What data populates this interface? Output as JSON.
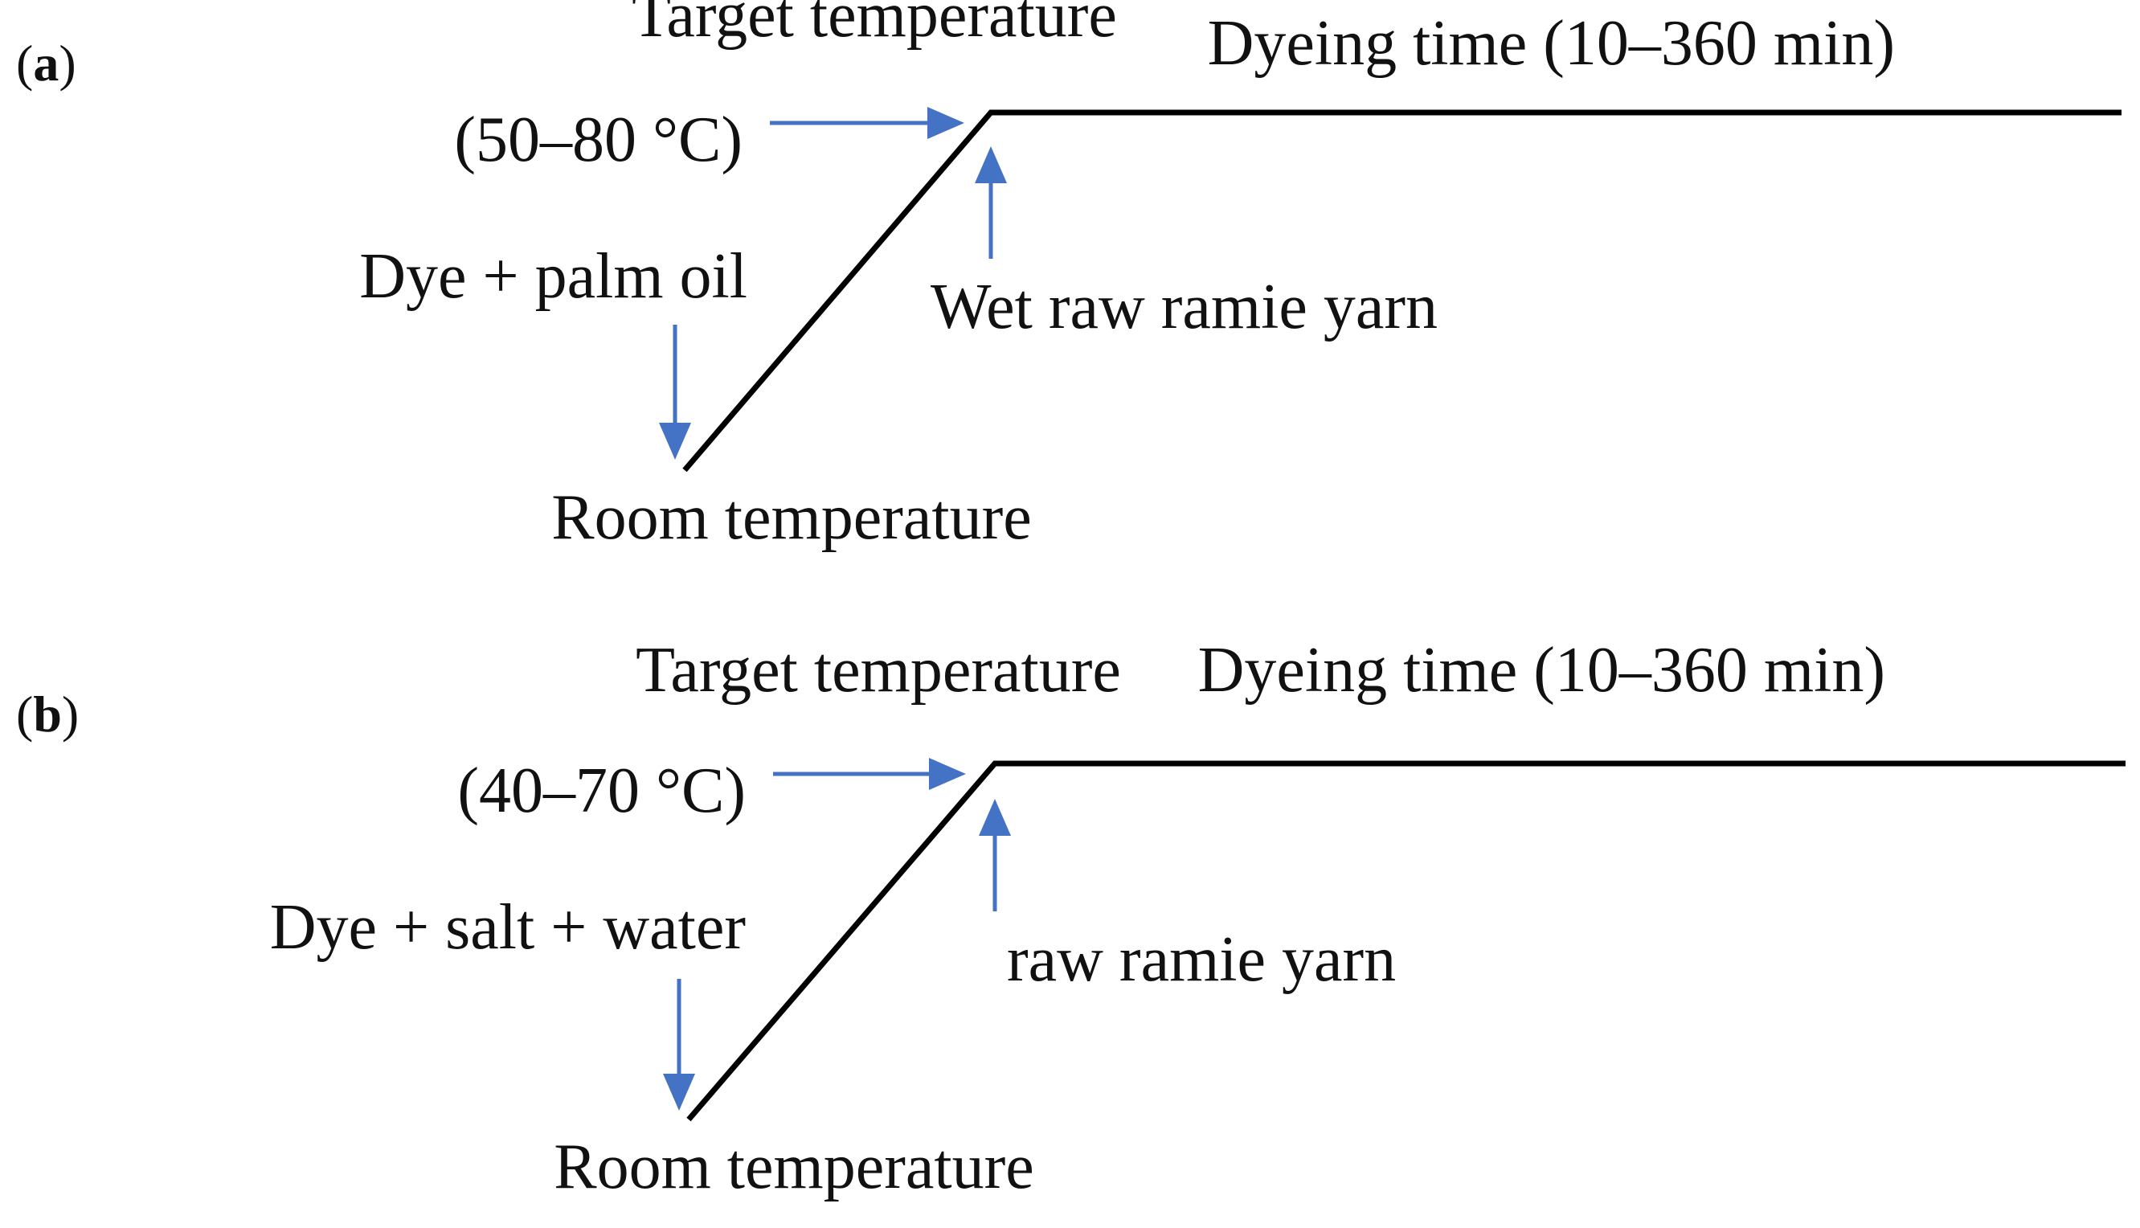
{
  "colors": {
    "arrow": "#4472c4",
    "line": "#000000",
    "text": "#111111",
    "background": "#ffffff"
  },
  "panels": [
    {
      "letter": "a",
      "target_temperature_label": "Target temperature",
      "target_temperature_range": "(50–80 °C)",
      "dyeing_time_label": "Dyeing time (10–360 min)",
      "addition_label": "Dye + palm oil",
      "yarn_label": "Wet raw ramie yarn",
      "start_label": "Room temperature"
    },
    {
      "letter": "b",
      "target_temperature_label": "Target temperature",
      "target_temperature_range": "(40–70 °C)",
      "dyeing_time_label": "Dyeing time (10–360 min)",
      "addition_label": "Dye + salt + water",
      "yarn_label": "raw ramie yarn",
      "start_label": "Room temperature"
    }
  ]
}
